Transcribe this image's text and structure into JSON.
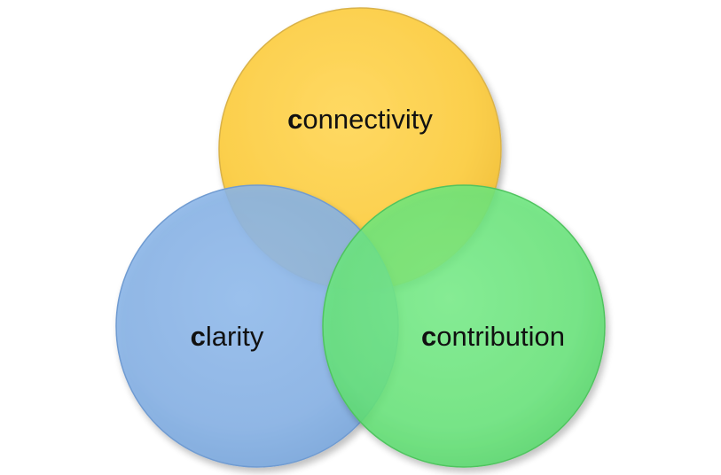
{
  "diagram": {
    "circles": [
      {
        "id": "connectivity",
        "initial": "c",
        "rest": "onnectivity",
        "color": "#fcd04f"
      },
      {
        "id": "clarity",
        "initial": "c",
        "rest": "larity",
        "color": "#8db8ea"
      },
      {
        "id": "contribution",
        "initial": "c",
        "rest": "ontribution",
        "color": "#6ee87f"
      }
    ]
  }
}
